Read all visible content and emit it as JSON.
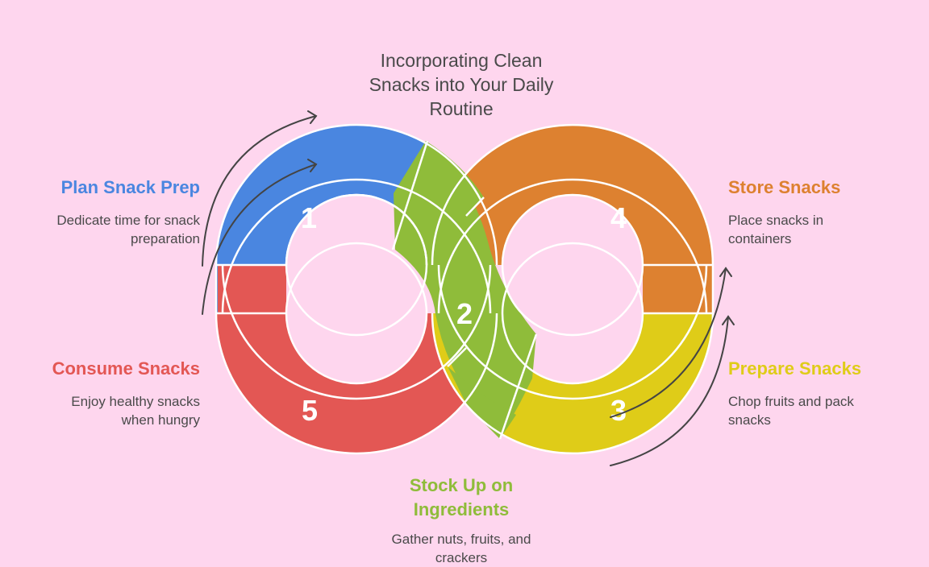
{
  "title": "Incorporating Clean Snacks into Your Daily Routine",
  "title_lines": [
    "Incorporating Clean",
    "Snacks into Your Daily",
    "Routine"
  ],
  "colors": {
    "background": "#fed6ee",
    "step1": "#4a86e0",
    "step2": "#8fbc3a",
    "step3": "#dfcc18",
    "step4": "#dd8130",
    "step5": "#e35754",
    "text": "#4a4a4a",
    "arrow": "#444444"
  },
  "steps": [
    {
      "number": "1",
      "title": "Plan Snack Prep",
      "description_lines": [
        "Dedicate time for snack",
        "preparation"
      ],
      "color": "#4a86e0"
    },
    {
      "number": "2",
      "title_lines": [
        "Stock Up on",
        "Ingredients"
      ],
      "title": "Stock Up on Ingredients",
      "description_lines": [
        "Gather nuts, fruits, and",
        "crackers"
      ],
      "color": "#8fbc3a"
    },
    {
      "number": "3",
      "title": "Prepare Snacks",
      "description_lines": [
        "Chop fruits and pack",
        "snacks"
      ],
      "color": "#dfcc18"
    },
    {
      "number": "4",
      "title": "Store Snacks",
      "description_lines": [
        "Place snacks in",
        "containers"
      ],
      "color": "#dd8130"
    },
    {
      "number": "5",
      "title": "Consume Snacks",
      "description_lines": [
        "Enjoy healthy snacks",
        "when hungry"
      ],
      "color": "#e35754"
    }
  ]
}
